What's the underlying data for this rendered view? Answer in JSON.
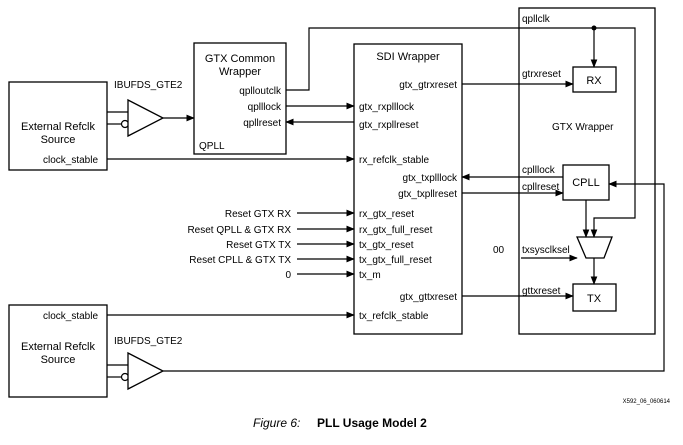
{
  "diagram": {
    "refclk_top": {
      "line1": "External Refclk",
      "line2": "Source",
      "port": "clock_stable"
    },
    "refclk_bottom": {
      "line1": "External Refclk",
      "line2": "Source",
      "port": "clock_stable"
    },
    "ibufds_top": "IBUFDS_GTE2",
    "ibufds_bottom": "IBUFDS_GTE2",
    "gtx_common": {
      "line1": "GTX Common",
      "line2": "Wrapper",
      "footer": "QPLL",
      "ports": [
        "qplloutclk",
        "qplllock",
        "qpllreset"
      ]
    },
    "sdi_wrapper": {
      "title": "SDI Wrapper",
      "left_ports": [
        "gtx_rxplllock",
        "gtx_rxpllreset",
        "rx_refclk_stable",
        "rx_gtx_reset",
        "rx_gtx_full_reset",
        "tx_gtx_reset",
        "tx_gtx_full_reset",
        "tx_m",
        "tx_refclk_stable"
      ],
      "right_ports": [
        "gtx_gtrxreset",
        "gtx_txplllock",
        "gtx_txpllreset",
        "gtx_gttxreset"
      ]
    },
    "gtx_wrapper": {
      "title": "GTX Wrapper",
      "rx": "RX",
      "tx": "TX",
      "cpll": "CPLL",
      "signals": {
        "qpllclk": "qpllclk",
        "gtrxreset": "gtrxreset",
        "cplllock": "cplllock",
        "cpllreset": "cpllreset",
        "txsysclksel": "txsysclksel",
        "gttxreset": "gttxreset"
      },
      "mux_input": "00"
    },
    "inputs": [
      "Reset GTX RX",
      "Reset QPLL & GTX RX",
      "Reset GTX TX",
      "Reset CPLL & GTX TX",
      "0"
    ],
    "figure_id": "X592_06_060614",
    "caption_prefix": "Figure 6:",
    "caption_title": "PLL Usage Model 2"
  }
}
